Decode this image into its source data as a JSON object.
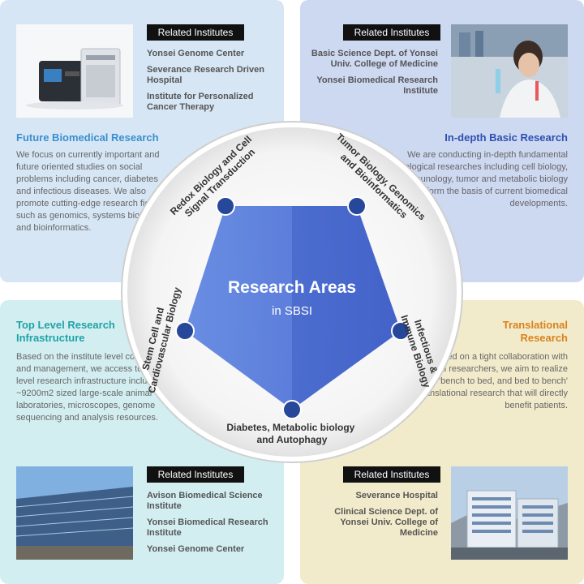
{
  "ribbon_label": "Related Institutes",
  "quadrants": {
    "future": {
      "title": "Future Biomedical Research",
      "body": "We focus on currently important and future oriented studies on social problems including cancer, diabetes and infectious diseases. We also promote cutting-edge research fields such as genomics, systems biology and bioinformatics.",
      "institutes": [
        "Yonsei Genome Center",
        "Severance Research Driven Hospital",
        "Institute for Personalized Cancer Therapy"
      ],
      "color": "#3a8fd1"
    },
    "basic": {
      "title": "In-depth Basic Research",
      "body": "We are conducting in-depth fundamental biological researches including cell biology, immunology, tumor and metabolic biology that form the basis of current biomedical developments.",
      "institutes": [
        "Basic Science Dept. of Yonsei Univ. College of Medicine",
        "Yonsei Biomedical Research Institute"
      ],
      "color": "#2f4fb3"
    },
    "infra": {
      "title": "Top Level Research Infrastructure",
      "body": "Based on the institute level collaboration and management, we access to the top-level research infrastructure including ~9200m2 sized large-scale animal laboratories, microscopes, genome sequencing and analysis resources.",
      "institutes": [
        "Avison Biomedical Science Institute",
        "Yonsei Biomedical Research Institute",
        "Yonsei Genome Center"
      ],
      "color": "#1ea3a6"
    },
    "translational": {
      "title": "Translational Research",
      "body": "Based on a tight collaboration with clinical researchers, we aim to realize 'bench to bed, and bed to bench' translational research that will directly benefit patients.",
      "institutes": [
        "Severance Hospital",
        "Clinical Science Dept. of Yonsei Univ. College of Medicine"
      ],
      "color": "#d9821b"
    }
  },
  "center": {
    "title": "Research Areas",
    "subtitle": "in SBSI"
  },
  "areas": [
    "Redox Biology and Cell Signal Transduction",
    "Tumor Biology, Genomics and Bioinformatics",
    "Infectious & Immune Biology",
    "Diabetes, Metabolic biology and Autophagy",
    "Stem Cell and Cardiovascular Biology"
  ]
}
